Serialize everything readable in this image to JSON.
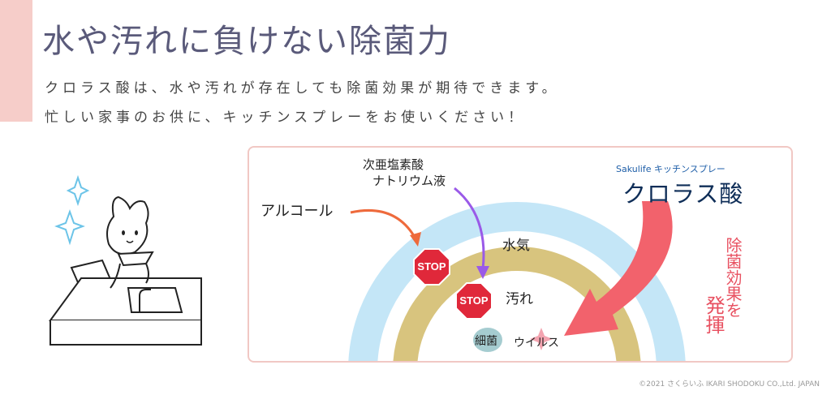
{
  "title": "水や汚れに負けない除菌力",
  "subtitle_line1": "クロラス酸は、水や汚れが存在しても除菌効果が期待できます。",
  "subtitle_line2": "忙しい家事のお供に、キッチンスプレーをお使いください！",
  "diagram": {
    "hypochlorite_line1": "次亜塩素酸",
    "hypochlorite_line2": "ナトリウム液",
    "alcohol": "アルコール",
    "brand_line": "Sakulife キッチンスプレー",
    "product": "クロラス酸",
    "water": "水気",
    "dirt": "汚れ",
    "germs": "細菌",
    "virus": "ウイルス",
    "stop": "STOP",
    "effect_col1": "除菌効果を",
    "effect_col2": "発揮"
  },
  "colors": {
    "accent_bar": "#f6cdc9",
    "water_ring": "#c4e6f7",
    "dirt_ring": "#d8c47e",
    "alcohol_arrow": "#ee6a3c",
    "hypochlorite_arrow": "#9a5ae8",
    "product_arrow": "#f2626c",
    "stop_sign": "#e0283a"
  },
  "footer": "©2021 さくらいふ IKARI SHODOKU CO.,Ltd. JAPAN"
}
